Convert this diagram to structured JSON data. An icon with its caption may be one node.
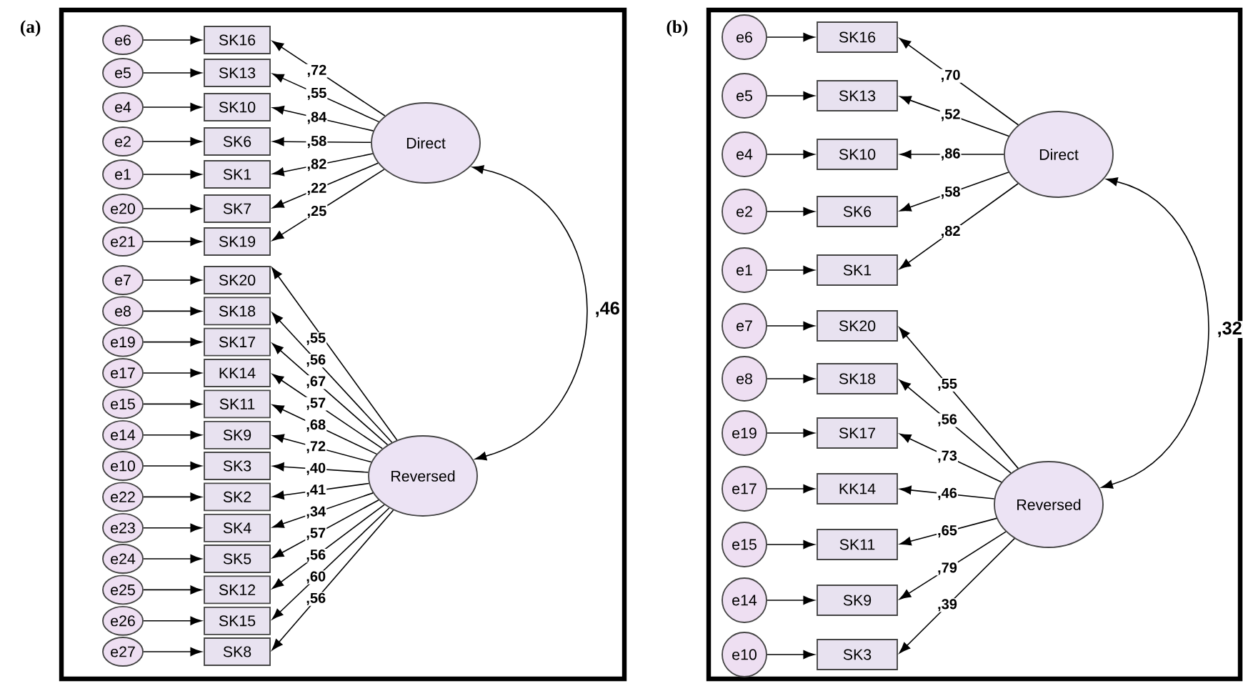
{
  "diagram": {
    "nodes": [
      {
        "text": [
          "(a)"
        ]
      },
      {
        "text": [
          "e6"
        ],
        "in": 0
      },
      {
        "text": [
          "SK16"
        ],
        "in": 0
      },
      {
        "text": [
          "e5"
        ],
        "in": 0
      },
      {
        "text": [
          "SK13"
        ],
        "in": 0
      },
      {
        "text": [
          "e4"
        ],
        "in": 0
      },
      {
        "text": [
          "SK10"
        ],
        "in": 0
      },
      {
        "text": [
          "e2"
        ],
        "in": 0
      },
      {
        "text": [
          "SK6"
        ],
        "in": 0
      },
      {
        "text": [
          "e1"
        ],
        "in": 0
      },
      {
        "text": [
          "SK1"
        ],
        "in": 0
      },
      {
        "text": [
          "e20"
        ],
        "in": 0
      },
      {
        "text": [
          "SK7"
        ],
        "in": 0
      },
      {
        "text": [
          "e21"
        ],
        "in": 0
      },
      {
        "text": [
          "SK19"
        ],
        "in": 0
      },
      {
        "text": [
          "e7"
        ],
        "in": 0
      },
      {
        "text": [
          "SK20"
        ],
        "in": 0
      },
      {
        "text": [
          "e8"
        ],
        "in": 0
      },
      {
        "text": [
          "SK18"
        ],
        "in": 0
      },
      {
        "text": [
          "e19"
        ],
        "in": 0
      },
      {
        "text": [
          "SK17"
        ],
        "in": 0
      },
      {
        "text": [
          "e17"
        ],
        "in": 0
      },
      {
        "text": [
          "KK14"
        ],
        "in": 0
      },
      {
        "text": [
          "e15"
        ],
        "in": 0
      },
      {
        "text": [
          "SK11"
        ],
        "in": 0
      },
      {
        "text": [
          "e14"
        ],
        "in": 0
      },
      {
        "text": [
          "SK9"
        ],
        "in": 0
      },
      {
        "text": [
          "e10"
        ],
        "in": 0
      },
      {
        "text": [
          "SK3"
        ],
        "in": 0
      },
      {
        "text": [
          "e22"
        ],
        "in": 0
      },
      {
        "text": [
          "SK2"
        ],
        "in": 0
      },
      {
        "text": [
          "e23"
        ],
        "in": 0
      },
      {
        "text": [
          "SK4"
        ],
        "in": 0
      },
      {
        "text": [
          "e24"
        ],
        "in": 0
      },
      {
        "text": [
          "SK5"
        ],
        "in": 0
      },
      {
        "text": [
          "e25"
        ],
        "in": 0
      },
      {
        "text": [
          "SK12"
        ],
        "in": 0
      },
      {
        "text": [
          "e26"
        ],
        "in": 0
      },
      {
        "text": [
          "SK15"
        ],
        "in": 0
      },
      {
        "text": [
          "e27"
        ],
        "in": 0
      },
      {
        "text": [
          "SK8"
        ],
        "in": 0
      },
      {
        "text": [
          "Direct"
        ],
        "in": 0
      },
      {
        "text": [
          "Reversed"
        ],
        "in": 0
      },
      {
        "text": [
          "(b)"
        ]
      },
      {
        "text": [
          "e6"
        ],
        "in": 43
      },
      {
        "text": [
          "SK16"
        ],
        "in": 43
      },
      {
        "text": [
          "e5"
        ],
        "in": 43
      },
      {
        "text": [
          "SK13"
        ],
        "in": 43
      },
      {
        "text": [
          "e4"
        ],
        "in": 43
      },
      {
        "text": [
          "SK10"
        ],
        "in": 43
      },
      {
        "text": [
          "e2"
        ],
        "in": 43
      },
      {
        "text": [
          "SK6"
        ],
        "in": 43
      },
      {
        "text": [
          "e1"
        ],
        "in": 43
      },
      {
        "text": [
          "SK1"
        ],
        "in": 43
      },
      {
        "text": [
          "e7"
        ],
        "in": 43
      },
      {
        "text": [
          "SK20"
        ],
        "in": 43
      },
      {
        "text": [
          "e8"
        ],
        "in": 43
      },
      {
        "text": [
          "SK18"
        ],
        "in": 43
      },
      {
        "text": [
          "e19"
        ],
        "in": 43
      },
      {
        "text": [
          "SK17"
        ],
        "in": 43
      },
      {
        "text": [
          "e17"
        ],
        "in": 43
      },
      {
        "text": [
          "KK14"
        ],
        "in": 43
      },
      {
        "text": [
          "e15"
        ],
        "in": 43
      },
      {
        "text": [
          "SK11"
        ],
        "in": 43
      },
      {
        "text": [
          "e14"
        ],
        "in": 43
      },
      {
        "text": [
          "SK9"
        ],
        "in": 43
      },
      {
        "text": [
          "e10"
        ],
        "in": 43
      },
      {
        "text": [
          "SK3"
        ],
        "in": 43
      },
      {
        "text": [
          "Direct"
        ],
        "in": 43
      },
      {
        "text": [
          "Reversed"
        ],
        "in": 43
      }
    ],
    "edges": [
      {
        "from": 1,
        "to": 2,
        "arrow": "to"
      },
      {
        "from": 3,
        "to": 4,
        "arrow": "to"
      },
      {
        "from": 5,
        "to": 6,
        "arrow": "to"
      },
      {
        "from": 7,
        "to": 8,
        "arrow": "to"
      },
      {
        "from": 9,
        "to": 10,
        "arrow": "to"
      },
      {
        "from": 11,
        "to": 12,
        "arrow": "to"
      },
      {
        "from": 13,
        "to": 14,
        "arrow": "to"
      },
      {
        "from": 15,
        "to": 16,
        "arrow": "to"
      },
      {
        "from": 17,
        "to": 18,
        "arrow": "to"
      },
      {
        "from": 19,
        "to": 20,
        "arrow": "to"
      },
      {
        "from": 21,
        "to": 22,
        "arrow": "to"
      },
      {
        "from": 23,
        "to": 24,
        "arrow": "to"
      },
      {
        "from": 25,
        "to": 26,
        "arrow": "to"
      },
      {
        "from": 27,
        "to": 28,
        "arrow": "to"
      },
      {
        "from": 29,
        "to": 30,
        "arrow": "to"
      },
      {
        "from": 31,
        "to": 32,
        "arrow": "to"
      },
      {
        "from": 33,
        "to": 34,
        "arrow": "to"
      },
      {
        "from": 35,
        "to": 36,
        "arrow": "to"
      },
      {
        "from": 37,
        "to": 38,
        "arrow": "to"
      },
      {
        "from": 39,
        "to": 40,
        "arrow": "to"
      },
      {
        "from": 41,
        "to": 2,
        "arrow": "to",
        "label": ",72"
      },
      {
        "from": 41,
        "to": 4,
        "arrow": "to",
        "label": ",55"
      },
      {
        "from": 41,
        "to": 6,
        "arrow": "to",
        "label": ",84"
      },
      {
        "from": 41,
        "to": 8,
        "arrow": "to",
        "label": ",58"
      },
      {
        "from": 41,
        "to": 10,
        "arrow": "to",
        "label": ",82"
      },
      {
        "from": 41,
        "to": 12,
        "arrow": "to",
        "label": ",22"
      },
      {
        "from": 41,
        "to": 14,
        "arrow": "to",
        "label": ",25"
      },
      {
        "from": 42,
        "to": 16,
        "arrow": "to",
        "label": ",55"
      },
      {
        "from": 42,
        "to": 18,
        "arrow": "to",
        "label": ",56"
      },
      {
        "from": 42,
        "to": 20,
        "arrow": "to",
        "label": ",67"
      },
      {
        "from": 42,
        "to": 22,
        "arrow": "to",
        "label": ",57"
      },
      {
        "from": 42,
        "to": 24,
        "arrow": "to",
        "label": ",68"
      },
      {
        "from": 42,
        "to": 26,
        "arrow": "to",
        "label": ",72"
      },
      {
        "from": 42,
        "to": 28,
        "arrow": "to",
        "label": ",40"
      },
      {
        "from": 42,
        "to": 30,
        "arrow": "to",
        "label": ",41"
      },
      {
        "from": 42,
        "to": 32,
        "arrow": "to",
        "label": ",34"
      },
      {
        "from": 42,
        "to": 34,
        "arrow": "to",
        "label": ",57"
      },
      {
        "from": 42,
        "to": 36,
        "arrow": "to",
        "label": ",56"
      },
      {
        "from": 42,
        "to": 38,
        "arrow": "to",
        "label": ",60"
      },
      {
        "from": 42,
        "to": 40,
        "arrow": "to",
        "label": ",56"
      },
      {
        "from": 41,
        "to": 42,
        "arrow": "both",
        "label": ",46"
      },
      {
        "from": 44,
        "to": 45,
        "arrow": "to"
      },
      {
        "from": 46,
        "to": 47,
        "arrow": "to"
      },
      {
        "from": 48,
        "to": 49,
        "arrow": "to"
      },
      {
        "from": 50,
        "to": 51,
        "arrow": "to"
      },
      {
        "from": 52,
        "to": 53,
        "arrow": "to"
      },
      {
        "from": 54,
        "to": 55,
        "arrow": "to"
      },
      {
        "from": 56,
        "to": 57,
        "arrow": "to"
      },
      {
        "from": 58,
        "to": 59,
        "arrow": "to"
      },
      {
        "from": 60,
        "to": 61,
        "arrow": "to"
      },
      {
        "from": 62,
        "to": 63,
        "arrow": "to"
      },
      {
        "from": 64,
        "to": 65,
        "arrow": "to"
      },
      {
        "from": 66,
        "to": 67,
        "arrow": "to"
      },
      {
        "from": 68,
        "to": 45,
        "arrow": "to",
        "label": ",70"
      },
      {
        "from": 68,
        "to": 47,
        "arrow": "to",
        "label": ",52"
      },
      {
        "from": 68,
        "to": 49,
        "arrow": "to",
        "label": ",86"
      },
      {
        "from": 68,
        "to": 51,
        "arrow": "to",
        "label": ",58"
      },
      {
        "from": 68,
        "to": 53,
        "arrow": "to",
        "label": ",82"
      },
      {
        "from": 69,
        "to": 55,
        "arrow": "to",
        "label": ",55"
      },
      {
        "from": 69,
        "to": 57,
        "arrow": "to",
        "label": ",56"
      },
      {
        "from": 69,
        "to": 59,
        "arrow": "to",
        "label": ",73"
      },
      {
        "from": 69,
        "to": 61,
        "arrow": "to",
        "label": ",46"
      },
      {
        "from": 69,
        "to": 63,
        "arrow": "to",
        "label": ",65"
      },
      {
        "from": 69,
        "to": 65,
        "arrow": "to",
        "label": ",79"
      },
      {
        "from": 69,
        "to": 67,
        "arrow": "to",
        "label": ",39"
      },
      {
        "from": 68,
        "to": 69,
        "arrow": "both",
        "label": ",32"
      }
    ]
  }
}
